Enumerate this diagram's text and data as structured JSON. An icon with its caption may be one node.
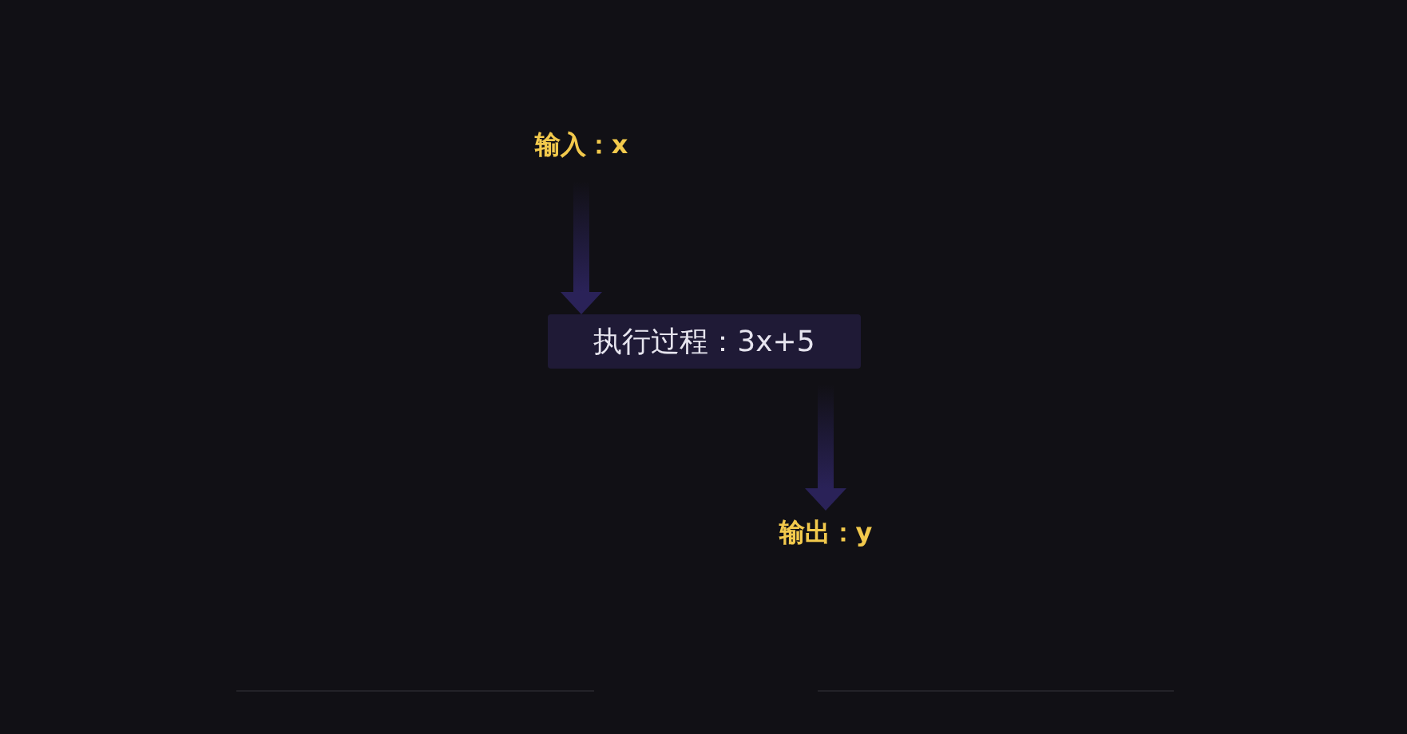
{
  "diagram": {
    "nodes": [
      {
        "text": [
          "输入：x"
        ]
      },
      {
        "text": [
          "执行过程：3x+5"
        ]
      },
      {
        "text": [
          "输出：y"
        ]
      }
    ],
    "edges": [
      {
        "from": 0,
        "to": 1,
        "arrow": "to"
      },
      {
        "from": 1,
        "to": 2,
        "arrow": "to"
      }
    ]
  }
}
